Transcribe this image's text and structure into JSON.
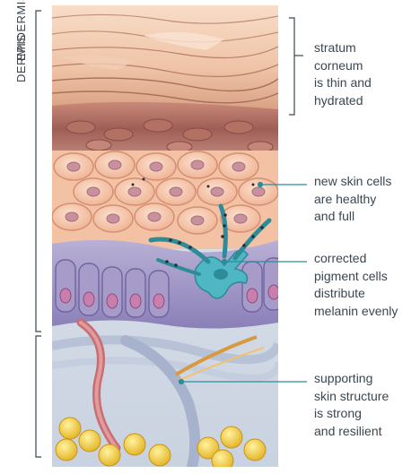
{
  "layers": {
    "epidermis": "EPIDERMIS",
    "dermis": "DERMIS"
  },
  "annotations": [
    {
      "id": "stratum-corneum",
      "text": "stratum\ncorneum\nis thin and\nhydrated"
    },
    {
      "id": "new-skin-cells",
      "text": "new skin cells\nare healthy\nand full"
    },
    {
      "id": "pigment-cells",
      "text": "corrected\npigment cells\ndistribute\nmelanin evenly"
    },
    {
      "id": "supporting-structure",
      "text": "supporting\nskin structure\nis strong\nand resilient"
    }
  ],
  "colors": {
    "accent": "#2e8c98",
    "label": "#3a4650",
    "bracket": "#3a4650"
  }
}
